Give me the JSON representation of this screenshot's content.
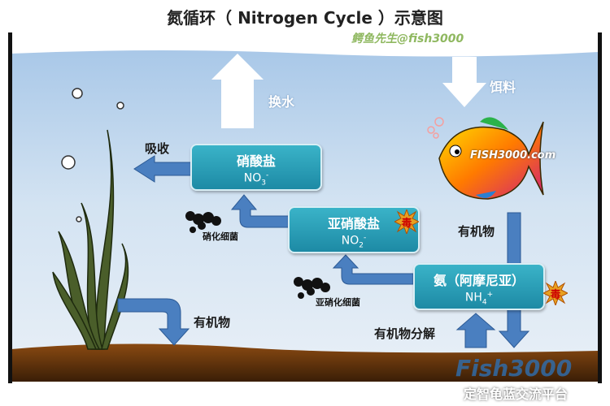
{
  "title": "氮循环（ Nitrogen Cycle ）示意图",
  "credit": "鳄鱼先生@fish3000",
  "labels": {
    "water_change": "换水",
    "feed": "饵料",
    "absorb": "吸收",
    "organic_right": "有机物",
    "organic_left": "有机物",
    "decompose": "有机物分解"
  },
  "nodes": {
    "nitrate": {
      "name": "硝酸盐",
      "formula": "NO",
      "sub": "3",
      "sup": "-"
    },
    "nitrite": {
      "name": "亚硝酸盐",
      "formula": "NO",
      "sub": "2",
      "sup": "-",
      "badge": "毒"
    },
    "ammonia": {
      "name": "氨（阿摩尼亚）",
      "formula": "NH",
      "sub": "4",
      "sup": "+",
      "badge": "毒"
    }
  },
  "bacteria": {
    "nitrifying": "硝化细菌",
    "nitrosifying": "亚硝化细菌"
  },
  "fish_logo": "FISH3000.com",
  "watermark": {
    "logo": "Fish3000",
    "text": "定智龟蓝交流平台"
  },
  "colors": {
    "water": "#c3d9ee",
    "box": "#2aa0b8",
    "arrow": "#4a7fc0",
    "soil": "#6b3a10",
    "badge": "#e8a020"
  }
}
